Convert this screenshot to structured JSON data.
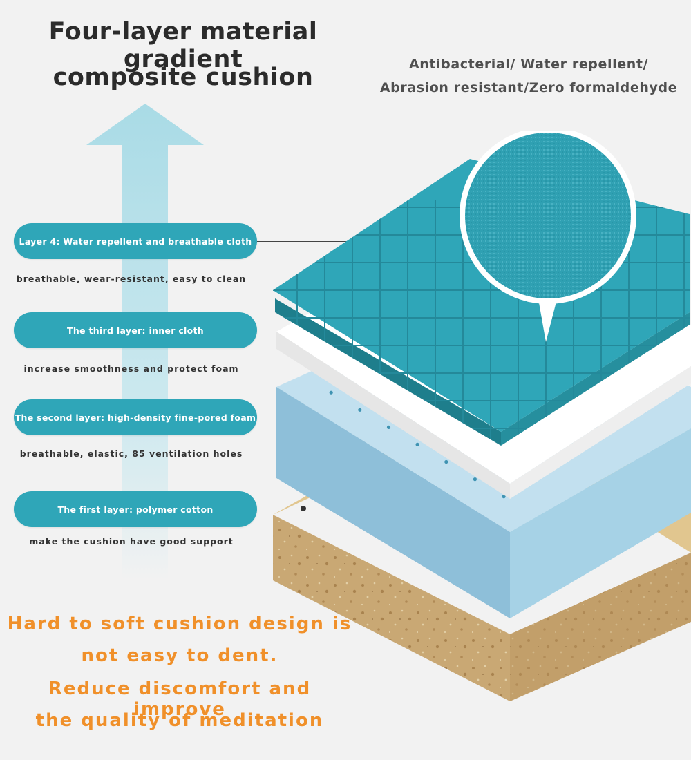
{
  "header": {
    "title_line1": "Four-layer material gradient",
    "title_line2": "composite cushion",
    "features_line1": "Antibacterial/ Water repellent/",
    "features_line2": "Abrasion resistant/Zero formaldehyde"
  },
  "layers": [
    {
      "label": "Layer 4: Water repellent and breathable cloth",
      "description": "breathable, wear-resistant, easy to clean"
    },
    {
      "label": "The third layer: inner cloth",
      "description": "increase smoothness and protect foam"
    },
    {
      "label": "The second layer: high-density fine-pored foam",
      "description": "breathable, elastic, 85 ventilation holes"
    },
    {
      "label": "The first layer: polymer cotton",
      "description": "make the cushion have good support"
    }
  ],
  "bottom": {
    "line1": "Hard to soft cushion design is",
    "line2": "not easy to dent.",
    "line3": "Reduce discomfort and improve",
    "line4": "the quality of meditation"
  },
  "colors": {
    "teal_cover": "#2fa6b8",
    "inner_cloth": "#ffffff",
    "foam": "#a8d0e6",
    "polymer_cotton": "#c9a874",
    "accent_orange": "#f0902a"
  },
  "icons": {
    "arrow": "up-arrow-gradient",
    "zoom": "fabric-texture-magnifier"
  }
}
